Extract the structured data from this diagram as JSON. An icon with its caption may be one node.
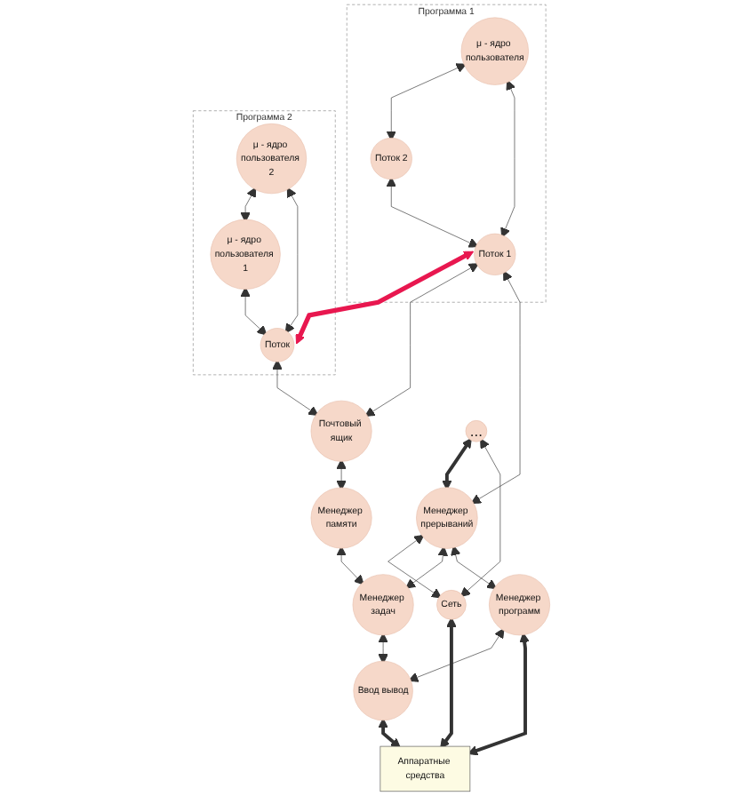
{
  "diagram": {
    "nodes": [
      {
        "text": [
          "Программа 1"
        ]
      },
      {
        "text": [
          "μ - ядро пользователя"
        ],
        "in": 0
      },
      {
        "text": [
          "Поток 2"
        ],
        "in": 0
      },
      {
        "text": [
          "Поток 1"
        ],
        "in": 0
      },
      {
        "text": [
          "Программа 2"
        ]
      },
      {
        "text": [
          "μ - ядро пользователя 2"
        ],
        "in": 4
      },
      {
        "text": [
          "μ - ядро пользователя 1"
        ],
        "in": 4
      },
      {
        "text": [
          "Поток"
        ],
        "in": 4
      },
      {
        "text": [
          "Почтовый ящик"
        ]
      },
      {
        "text": [
          "..."
        ]
      },
      {
        "text": [
          "Менеджер прерываний"
        ]
      },
      {
        "text": [
          "Менеджер памяти"
        ]
      },
      {
        "text": [
          "Менеджер задач"
        ]
      },
      {
        "text": [
          "Сеть"
        ]
      },
      {
        "text": [
          "Менеджер программ"
        ]
      },
      {
        "text": [
          "Ввод вывод"
        ]
      },
      {
        "text": [
          "Аппаратные средства"
        ]
      }
    ],
    "edges": [
      {
        "from": 1,
        "to": 2,
        "arrow": "both"
      },
      {
        "from": 1,
        "to": 3,
        "arrow": "both"
      },
      {
        "from": 2,
        "to": 3,
        "arrow": "both"
      },
      {
        "from": 5,
        "to": 6,
        "arrow": "both"
      },
      {
        "from": 5,
        "to": 7,
        "arrow": "both"
      },
      {
        "from": 6,
        "to": 7,
        "arrow": "both"
      },
      {
        "from": 3,
        "to": 7,
        "arrow": "both",
        "style": "thick",
        "color": "#e8174f"
      },
      {
        "from": 3,
        "to": 8,
        "arrow": "both"
      },
      {
        "from": 7,
        "to": 8,
        "arrow": "both"
      },
      {
        "from": 3,
        "to": 10,
        "arrow": "both"
      },
      {
        "from": 8,
        "to": 11,
        "arrow": "both"
      },
      {
        "from": 9,
        "to": 10,
        "arrow": "both",
        "style": "thick"
      },
      {
        "from": 9,
        "to": 13,
        "arrow": "both"
      },
      {
        "from": 10,
        "to": 13,
        "arrow": "both"
      },
      {
        "from": 10,
        "to": 12,
        "arrow": "both"
      },
      {
        "from": 10,
        "to": 14,
        "arrow": "both"
      },
      {
        "from": 11,
        "to": 12,
        "arrow": "both"
      },
      {
        "from": 12,
        "to": 15,
        "arrow": "both"
      },
      {
        "from": 14,
        "to": 15,
        "arrow": "both"
      },
      {
        "from": 13,
        "to": 16,
        "arrow": "both",
        "style": "thick"
      },
      {
        "from": 14,
        "to": 16,
        "arrow": "both",
        "style": "thick"
      },
      {
        "from": 15,
        "to": 16,
        "arrow": "both",
        "style": "thick"
      }
    ]
  }
}
